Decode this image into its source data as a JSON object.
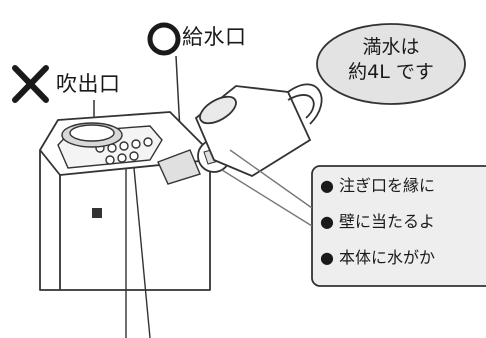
{
  "labels": {
    "good_label": "給水口",
    "bad_label": "吹出口"
  },
  "callout": {
    "line1": "満水は",
    "line2": "約4L です"
  },
  "notes": [
    "注ぎ口を縁に",
    "壁に当たるよ",
    "本体に水がか"
  ],
  "icons": {
    "good_marker": "circle-mark-icon",
    "bad_marker": "cross-mark-icon",
    "bullet": "filled-circle-bullet"
  },
  "colors": {
    "line": "#333333",
    "callout_fill": "#e3e3e3",
    "notes_fill": "#eeeeee"
  }
}
